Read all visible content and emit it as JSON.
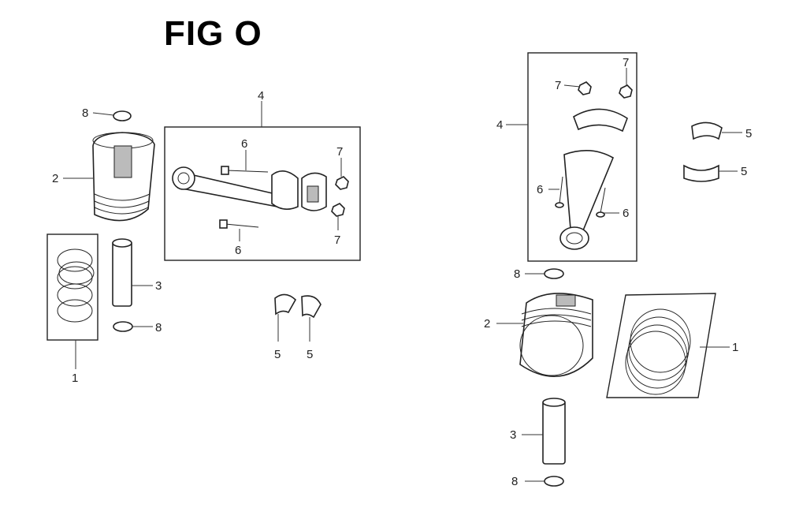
{
  "title": "FIG O",
  "left_assembly": {
    "callouts": {
      "ring_set": "1",
      "piston": "2",
      "piston_pin": "3",
      "conrod_box": "4",
      "bearing_left": "5",
      "bearing_right": "5",
      "bolt_top": "6",
      "bolt_bottom": "6",
      "nut_top": "7",
      "nut_bottom": "7",
      "clip_top": "8",
      "clip_bottom": "8"
    }
  },
  "right_assembly": {
    "callouts": {
      "ring_set": "1",
      "piston": "2",
      "piston_pin": "3",
      "conrod_box": "4",
      "bearing_top": "5",
      "bearing_bottom": "5",
      "bolt_left": "6",
      "bolt_right": "6",
      "nut_left": "7",
      "nut_right": "7",
      "clip_top": "8",
      "clip_bottom": "8"
    }
  }
}
